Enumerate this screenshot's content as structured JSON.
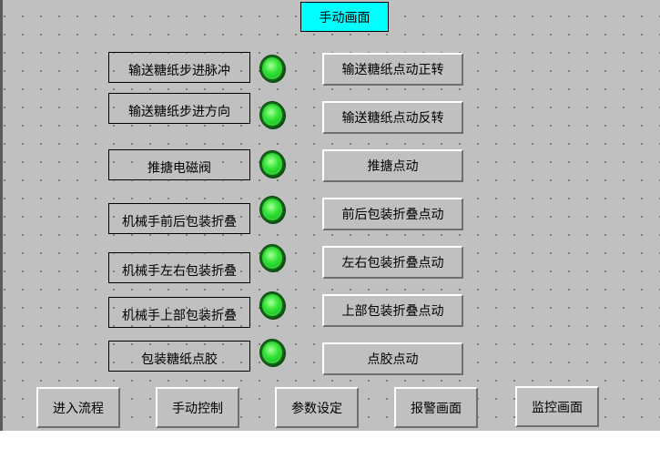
{
  "title": "手动画面",
  "status_rows": [
    {
      "label": "输送糖纸步进脉冲",
      "lamp": "on",
      "button": "输送糖纸点动正转"
    },
    {
      "label": "输送糖纸步进方向",
      "lamp": "on",
      "button": "输送糖纸点动反转"
    },
    {
      "label": "推搪电磁阀",
      "lamp": "on",
      "button": "推搪点动"
    },
    {
      "label": "机械手前后包装折叠",
      "lamp": "on",
      "button": "前后包装折叠点动"
    },
    {
      "label": "机械手左右包装折叠",
      "lamp": "on",
      "button": "左右包装折叠点动"
    },
    {
      "label": "机械手上部包装折叠",
      "lamp": "on",
      "button": "上部包装折叠点动"
    },
    {
      "label": "包装糖纸点胶",
      "lamp": "on",
      "button": "点胶点动"
    }
  ],
  "nav": [
    {
      "label": "进入流程"
    },
    {
      "label": "手动控制"
    },
    {
      "label": "参数设定"
    },
    {
      "label": "报警画面"
    },
    {
      "label": "监控画面"
    }
  ],
  "colors": {
    "background": "#c0c0c0",
    "title_bg": "#00ffff",
    "lamp_on": "#35e63a"
  }
}
